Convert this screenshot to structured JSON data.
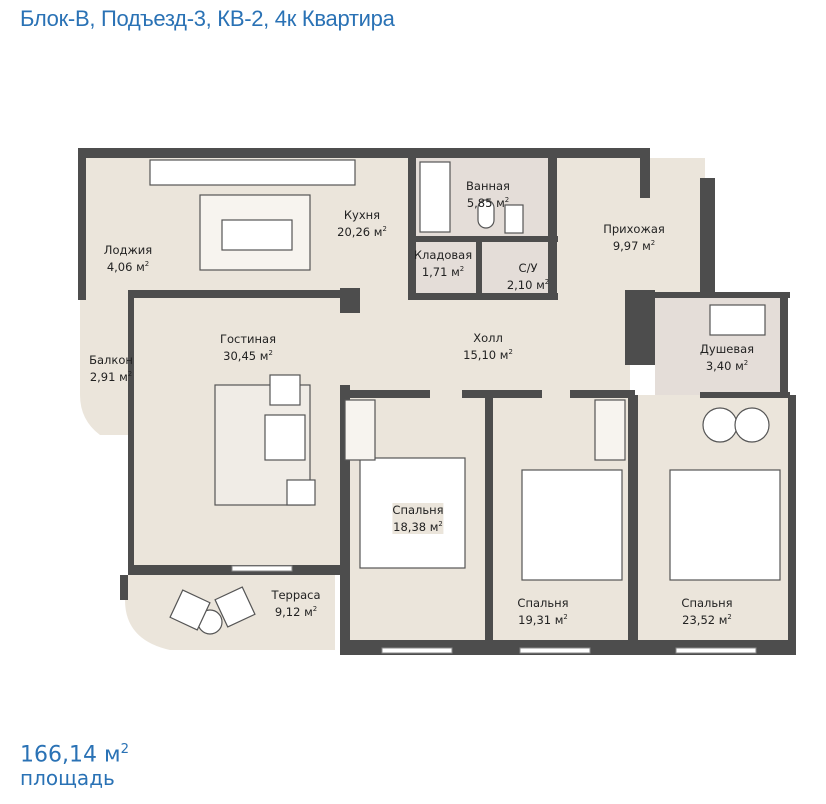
{
  "title": "Блок-В, Подъезд-3, КВ-2, 4к Квартира",
  "total_area": {
    "value": "166,14 м",
    "sup": "2",
    "label": "площадь"
  },
  "colors": {
    "accent": "#2a72b5",
    "wall": "#4d4d4d",
    "floor": "#ebe5db",
    "tile": "#e4ddd8"
  },
  "rooms": [
    {
      "name": "Лоджия",
      "area": "4,06 м"
    },
    {
      "name": "Кухня",
      "area": "20,26 м"
    },
    {
      "name": "Ванная",
      "area": "5,85 м"
    },
    {
      "name": "Кладовая",
      "area": "1,71 м"
    },
    {
      "name": "С/У",
      "area": "2,10 м"
    },
    {
      "name": "Прихожая",
      "area": "9,97 м"
    },
    {
      "name": "Гостиная",
      "area": "30,45 м"
    },
    {
      "name": "Балкон",
      "area": "2,91 м"
    },
    {
      "name": "Холл",
      "area": "15,10 м"
    },
    {
      "name": "Душевая",
      "area": "3,40 м"
    },
    {
      "name": "Спальня",
      "area": "18,38 м"
    },
    {
      "name": "Спальня",
      "area": "19,31 м"
    },
    {
      "name": "Спальня",
      "area": "23,52 м"
    },
    {
      "name": "Терраса",
      "area": "9,12 м"
    }
  ],
  "sq": "2"
}
